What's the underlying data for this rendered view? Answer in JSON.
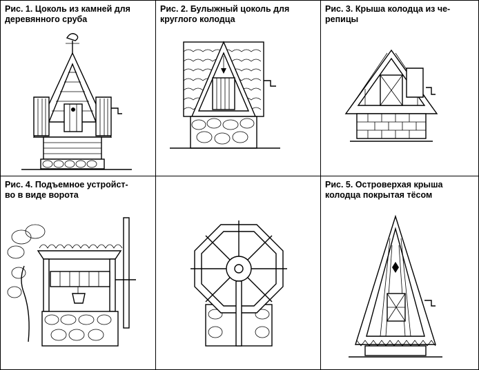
{
  "figures": [
    {
      "caption": "Рис. 1. Цоколь из камней для\nдеревянного сруба"
    },
    {
      "caption": "Рис. 2. Булыжный цоколь для\nкруглого колодца"
    },
    {
      "caption": "Рис. 3. Крыша колодца из че-\nрепицы"
    },
    {
      "caption": "Рис. 4. Подъемное устройст-\nво в виде ворота"
    },
    {
      "caption": ""
    },
    {
      "caption": "Рис. 5. Островерхая крыша\nколодца покрытая тёсом"
    }
  ]
}
